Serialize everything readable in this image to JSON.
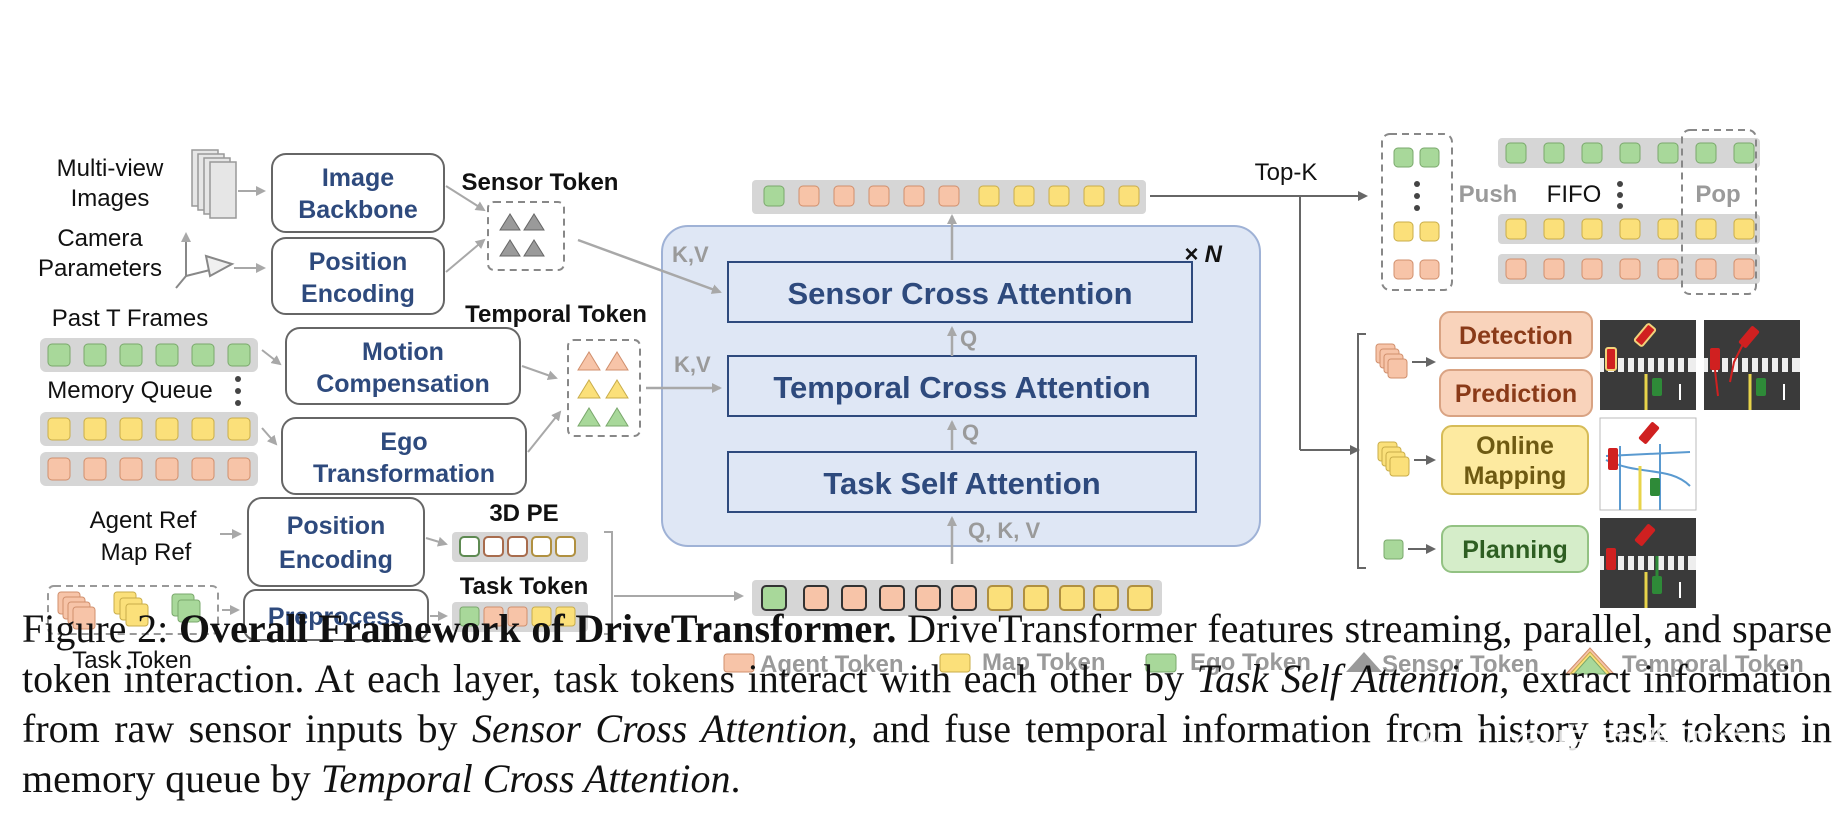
{
  "inputs": {
    "multiview": "Multi-view",
    "images": "Images",
    "camera": "Camera",
    "parameters": "Parameters",
    "past_frames": "Past T Frames",
    "memory_queue": "Memory Queue",
    "agent_ref": "Agent Ref",
    "map_ref": "Map Ref",
    "task_token": "Task Token"
  },
  "modules": {
    "image_backbone": [
      "Image",
      "Backbone"
    ],
    "position_encoding_1": [
      "Position",
      "Encoding"
    ],
    "motion_compensation": [
      "Motion",
      "Compensation"
    ],
    "ego_transformation": [
      "Ego",
      "Transformation"
    ],
    "position_encoding_2": [
      "Position",
      "Encoding"
    ],
    "preprocess": "Preprocess"
  },
  "token_labels": {
    "sensor": "Sensor Token",
    "temporal": "Temporal Token",
    "pe3d": "3D PE",
    "task": "Task Token"
  },
  "attention": {
    "sensor_cross": "Sensor Cross Attention",
    "temporal_cross": "Temporal Cross Attention",
    "task_self": "Task Self Attention",
    "kv": "K,V",
    "q": "Q",
    "qkv": "Q, K, V",
    "times_n": "× N"
  },
  "queue": {
    "topk": "Top-K",
    "push": "Push",
    "fifo": "FIFO",
    "pop": "Pop"
  },
  "tasks": {
    "detection": "Detection",
    "prediction": "Prediction",
    "online_mapping": [
      "Online",
      "Mapping"
    ],
    "planning": "Planning"
  },
  "legend": {
    "agent": "Agent Token",
    "map": "Map Token",
    "ego": "Ego Token",
    "sensor": "Sensor Token",
    "temporal": "Temporal Token"
  },
  "colors": {
    "agent": "#f7c4a8",
    "map": "#fbe07a",
    "ego": "#a8d89a",
    "attention_panel": "#dfe7f5",
    "module_text": "#2e4a7d",
    "task_orange": "#f9d3bb",
    "task_yellow": "#fdeaa0",
    "task_green": "#d5edc9"
  },
  "caption": {
    "figure_label": "Figure 2:",
    "title": "Overall Framework of DriveTransformer.",
    "text_1": "DriveTransformer features streaming, parallel, and sparse token interaction. At each layer, task tokens interact with each other by",
    "italic_1": "Task Self Attention",
    "text_2": ", extract information from raw sensor inputs by",
    "italic_2": "Sensor Cross Attention",
    "text_3": ", and fuse temporal information from history task tokens in memory queue by",
    "italic_3": "Temporal Cross Attention",
    "text_4": "."
  },
  "watermark": "知乎 @自动驾驶之心"
}
